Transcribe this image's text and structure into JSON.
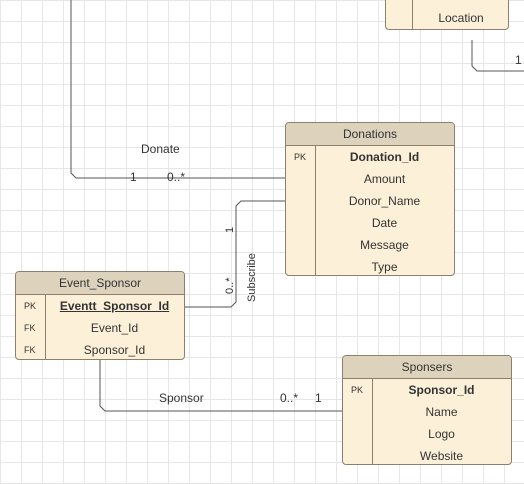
{
  "entities": {
    "donations": {
      "title": "Donations",
      "pk_label": "PK",
      "attributes": [
        "Donation_Id",
        "Amount",
        "Donor_Name",
        "Date",
        "Message",
        "Type"
      ]
    },
    "event_sponsor": {
      "title": "Event_Sponsor",
      "keys": [
        "PK",
        "FK",
        "FK"
      ],
      "attributes": [
        "Eventt_Sponsor_Id",
        "Event_Id",
        "Sponsor_Id"
      ]
    },
    "sponsers": {
      "title": "Sponsers",
      "pk_label": "PK",
      "attributes": [
        "Sponsor_Id",
        "Name",
        "Logo",
        "Website"
      ]
    },
    "top_entity": {
      "visible_attribute": "Location"
    }
  },
  "relationships": {
    "donate": {
      "label": "Donate",
      "card_left": "1",
      "card_right": "0..*"
    },
    "subscribe": {
      "label": "Subscribe",
      "card_top": "1",
      "card_bottom": "0..*"
    },
    "sponsor": {
      "label": "Sponsor",
      "card_left": "0..*",
      "card_right": "1"
    },
    "top_right": {
      "card": "1"
    }
  },
  "colors": {
    "entity_fill": "#fdf0d8",
    "header_fill": "#ddd2bc",
    "border": "#8c7f6e",
    "line": "#555555"
  }
}
